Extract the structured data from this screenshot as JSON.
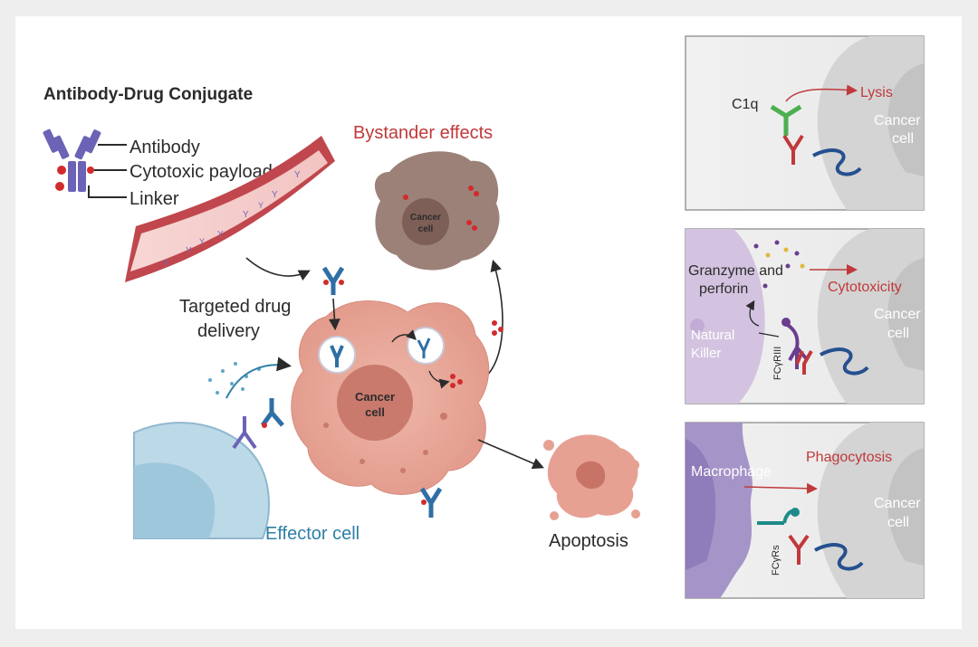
{
  "title": "Antibody-Drug Conjugate",
  "legend": {
    "antibody": "Antibody",
    "payload": "Cytotoxic payload",
    "linker": "Linker"
  },
  "labels": {
    "bystander": "Bystander effects",
    "targeted_line1": "Targeted drug",
    "targeted_line2": "delivery",
    "effector": "Effector cell",
    "apoptosis": "Apoptosis",
    "cancer_center": "Cancer",
    "cancer_center2": "cell",
    "cancer_bystander": "Cancer",
    "cancer_bystander2": "cell"
  },
  "panels": [
    {
      "receptor": "C1q",
      "effect": "Lysis",
      "cell": "Cancer",
      "cell2": "cell"
    },
    {
      "granzyme1": "Granzyme and",
      "granzyme2": "perforin",
      "effect": "Cytotoxicity",
      "effector1": "Natural",
      "effector2": "Killer",
      "receptor": "FCγRIII",
      "cell": "Cancer",
      "cell2": "cell"
    },
    {
      "effector": "Macrophage",
      "effect": "Phagocytosis",
      "receptor": "FCγRs",
      "cell": "Cancer",
      "cell2": "cell"
    }
  ],
  "colors": {
    "red_text": "#c0393b",
    "blue_text": "#2f7fa6",
    "antibody_blue": "#2f6fa6",
    "cancer_pink": "#e9a89b",
    "vessel": "#c45a5e"
  }
}
